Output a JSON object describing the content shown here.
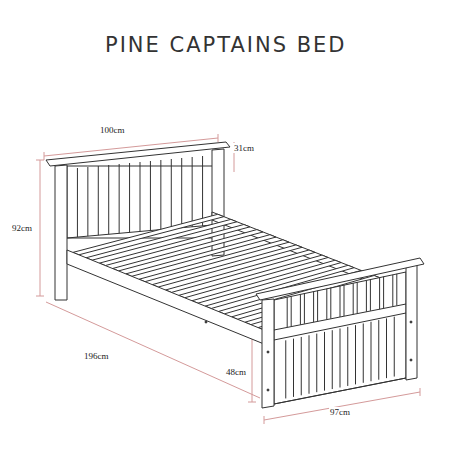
{
  "diagram": {
    "title": "PINE CAPTAINS BED",
    "labels": [
      "100cm",
      "31cm",
      "92cm",
      "196cm",
      "48cm",
      "97cm"
    ]
  }
}
